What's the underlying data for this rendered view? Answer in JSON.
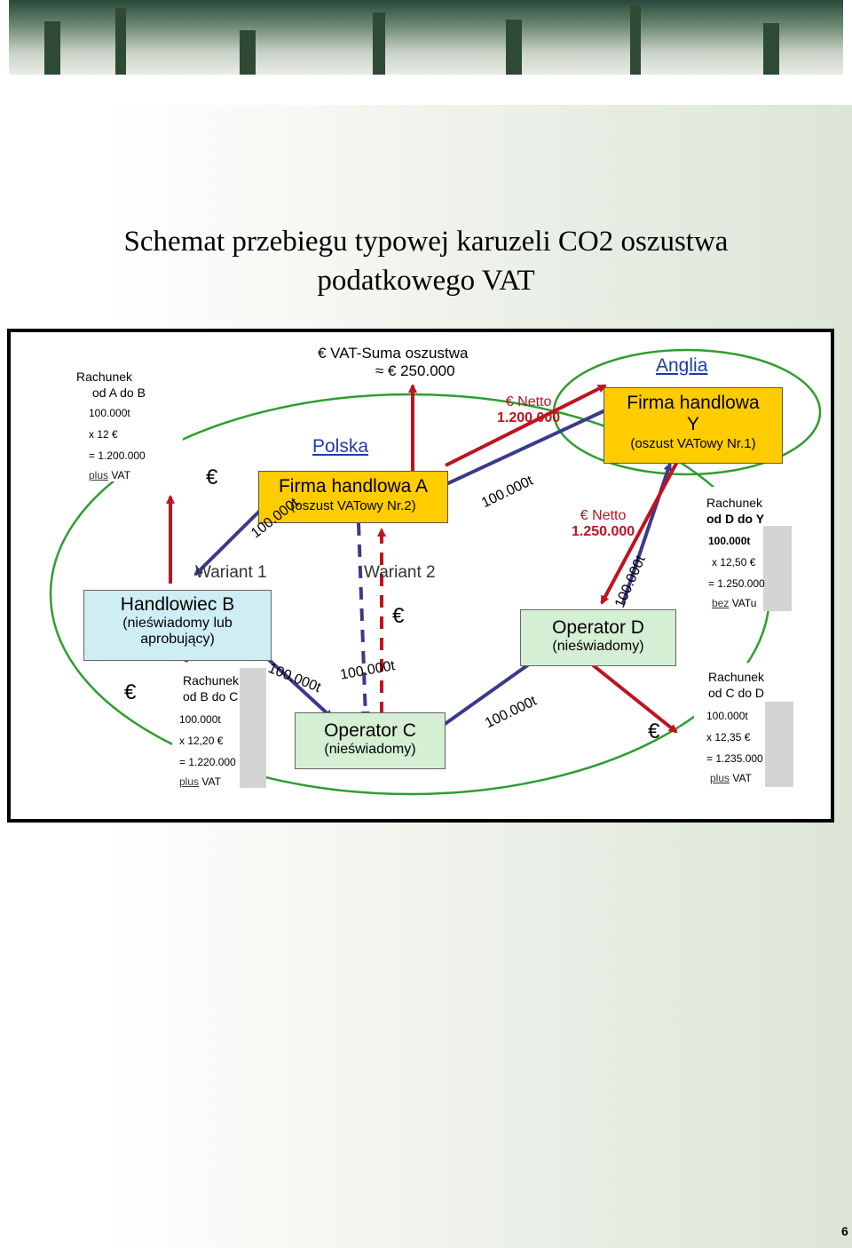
{
  "page_title": {
    "line1": "Schemat przebiegu typowej karuzeli CO2 oszustwa",
    "line2": "podatkowego VAT"
  },
  "fraud_sum": {
    "line1": "€ VAT-Suma oszustwa",
    "line2": "≈ € 250.000"
  },
  "countries": {
    "poland": "Polska",
    "england": "Anglia"
  },
  "firm_a": {
    "name": "Firma handlowa A",
    "desc": "(oszust VATowy Nr.2)"
  },
  "firm_y": {
    "name_line1": "Firma handlowa",
    "name_line2": "Y",
    "desc": "(oszust VATowy Nr.1)"
  },
  "trader_b": {
    "name": "Handlowiec B",
    "desc_line1": "(nieświadomy lub",
    "desc_line2": "aprobujący)"
  },
  "operator_c": {
    "name": "Operator C",
    "desc": "(nieświadomy)"
  },
  "operator_d": {
    "name": "Operator D",
    "desc": "(nieświadomy)"
  },
  "variants": {
    "v1": "Wariant 1",
    "v2": "Wariant 2"
  },
  "euro": "€",
  "quantity": "100.000t",
  "netto_1": {
    "line1": "€ Netto",
    "line2": "1.200.000"
  },
  "netto_2": {
    "line1": "€ Netto",
    "line2": "1.250.000"
  },
  "bill_ab": {
    "title1": "Rachunek",
    "title2": "od A do B",
    "qty": "100.000t",
    "price": "x 12 €",
    "total": "= 1.200.000",
    "vat_word": "plus",
    "vat": " VAT"
  },
  "bill_bc": {
    "title1": "Rachunek",
    "title2": "od B do C",
    "qty": "100.000t",
    "price": "x 12,20 €",
    "total": "= 1.220.000",
    "vat_word": "plus",
    "vat": " VAT"
  },
  "bill_dy": {
    "title1": "Rachunek",
    "title2": "od D do Y",
    "qty": "100.000t",
    "price": "x 12,50 €",
    "total": "= 1.250.000",
    "vat_word": "bez",
    "vat": " VATu"
  },
  "bill_cd": {
    "title1": "Rachunek",
    "title2": "od C do D",
    "qty": "100.000t",
    "price": "x 12,35 €",
    "total": "= 1.235.000",
    "vat_word": "plus",
    "vat": " VAT"
  },
  "page_number": "6",
  "colors": {
    "red_arrow": "#c1121f",
    "blue_arrow": "#3a3a8c",
    "green_ellipse": "#2e9e2e",
    "firm_fill": "#ffcc00",
    "trader_fill": "#cfeef3",
    "operator_fill": "#d4efd4",
    "link_blue": "#1a3ca8"
  }
}
